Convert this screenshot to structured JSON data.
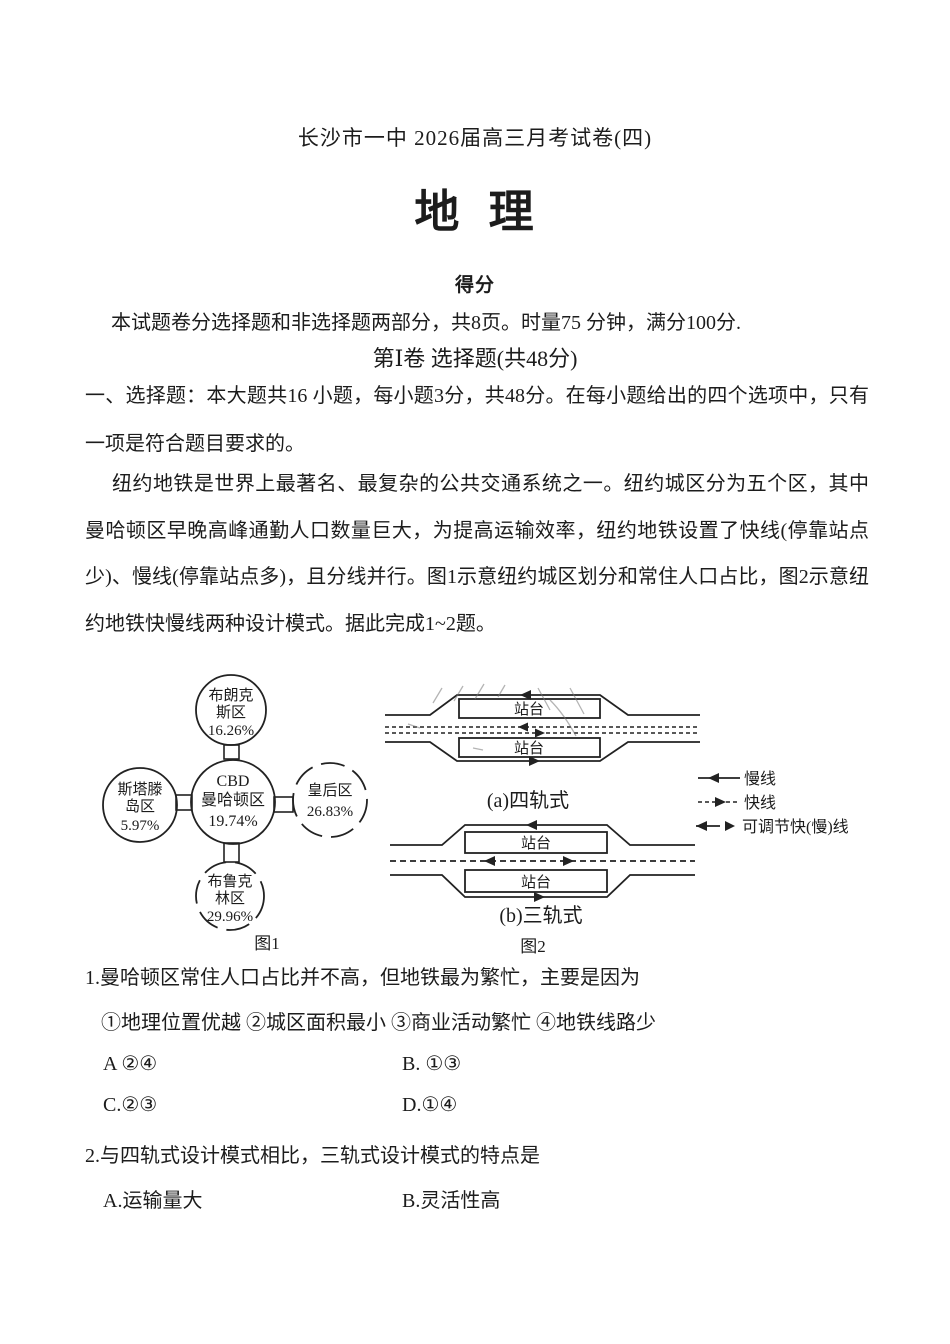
{
  "page": {
    "header": "长沙市一中 2026届高三月考试卷(四)",
    "subject": "地 理",
    "score_label": "得分",
    "intro": "本试题卷分选择题和非选择题两部分，共8页。时量75 分钟，满分100分.",
    "section_heading": "第Ⅰ卷 选择题(共48分)",
    "section_instructions": "一、选择题：本大题共16 小题，每小题3分，共48分。在每小题给出的四个选项中，只有一项是符合题目要求的。",
    "passage": "纽约地铁是世界上最著名、最复杂的公共交通系统之一。纽约城区分为五个区，其中曼哈顿区早晚高峰通勤人口数量巨大，为提高运输效率，纽约地铁设置了快线(停靠站点少)、慢线(停靠站点多)，且分线并行。图1示意纽约城区划分和常住人口占比，图2示意纽约地铁快慢线两种设计模式。据此完成1~2题。"
  },
  "figure1": {
    "caption": "图1",
    "districts": [
      {
        "name_lines": [
          "布朗克",
          "斯区"
        ],
        "value": "16.26%",
        "style": "solid",
        "position": "top"
      },
      {
        "name_lines": [
          "斯塔滕",
          "岛区"
        ],
        "value": "5.97%",
        "style": "solid",
        "position": "left"
      },
      {
        "name_lines": [
          "CBD",
          "曼哈顿区"
        ],
        "value": "19.74%",
        "style": "solid",
        "position": "center"
      },
      {
        "name_lines": [
          "皇后区"
        ],
        "value": "26.83%",
        "style": "dashed",
        "position": "right"
      },
      {
        "name_lines": [
          "布鲁克",
          "林区"
        ],
        "value": "29.96%",
        "style": "dashed",
        "position": "bottom"
      }
    ]
  },
  "figure2": {
    "caption": "图2",
    "platform_label": "站台",
    "diagram_a_caption": "(a)四轨式",
    "diagram_b_caption": "(b)三轨式",
    "legend": [
      {
        "symbol": "solid-line-left-arrow",
        "label": "慢线"
      },
      {
        "symbol": "dashed-line-right-arrow",
        "label": "快线"
      },
      {
        "symbol": "double-arrow",
        "label": "可调节快(慢)线"
      }
    ]
  },
  "questions": [
    {
      "number": "1.",
      "stem": "曼哈顿区常住人口占比并不高，但地铁最为繁忙，主要是因为",
      "sub_options": "①地理位置优越 ②城区面积最小 ③商业活动繁忙 ④地铁线路少",
      "options": [
        "A ②④",
        "B. ①③",
        "C.②③",
        "D.①④"
      ]
    },
    {
      "number": "2.",
      "stem": "与四轨式设计模式相比，三轨式设计模式的特点是",
      "options": [
        "A.运输量大",
        "B.灵活性高"
      ]
    }
  ]
}
